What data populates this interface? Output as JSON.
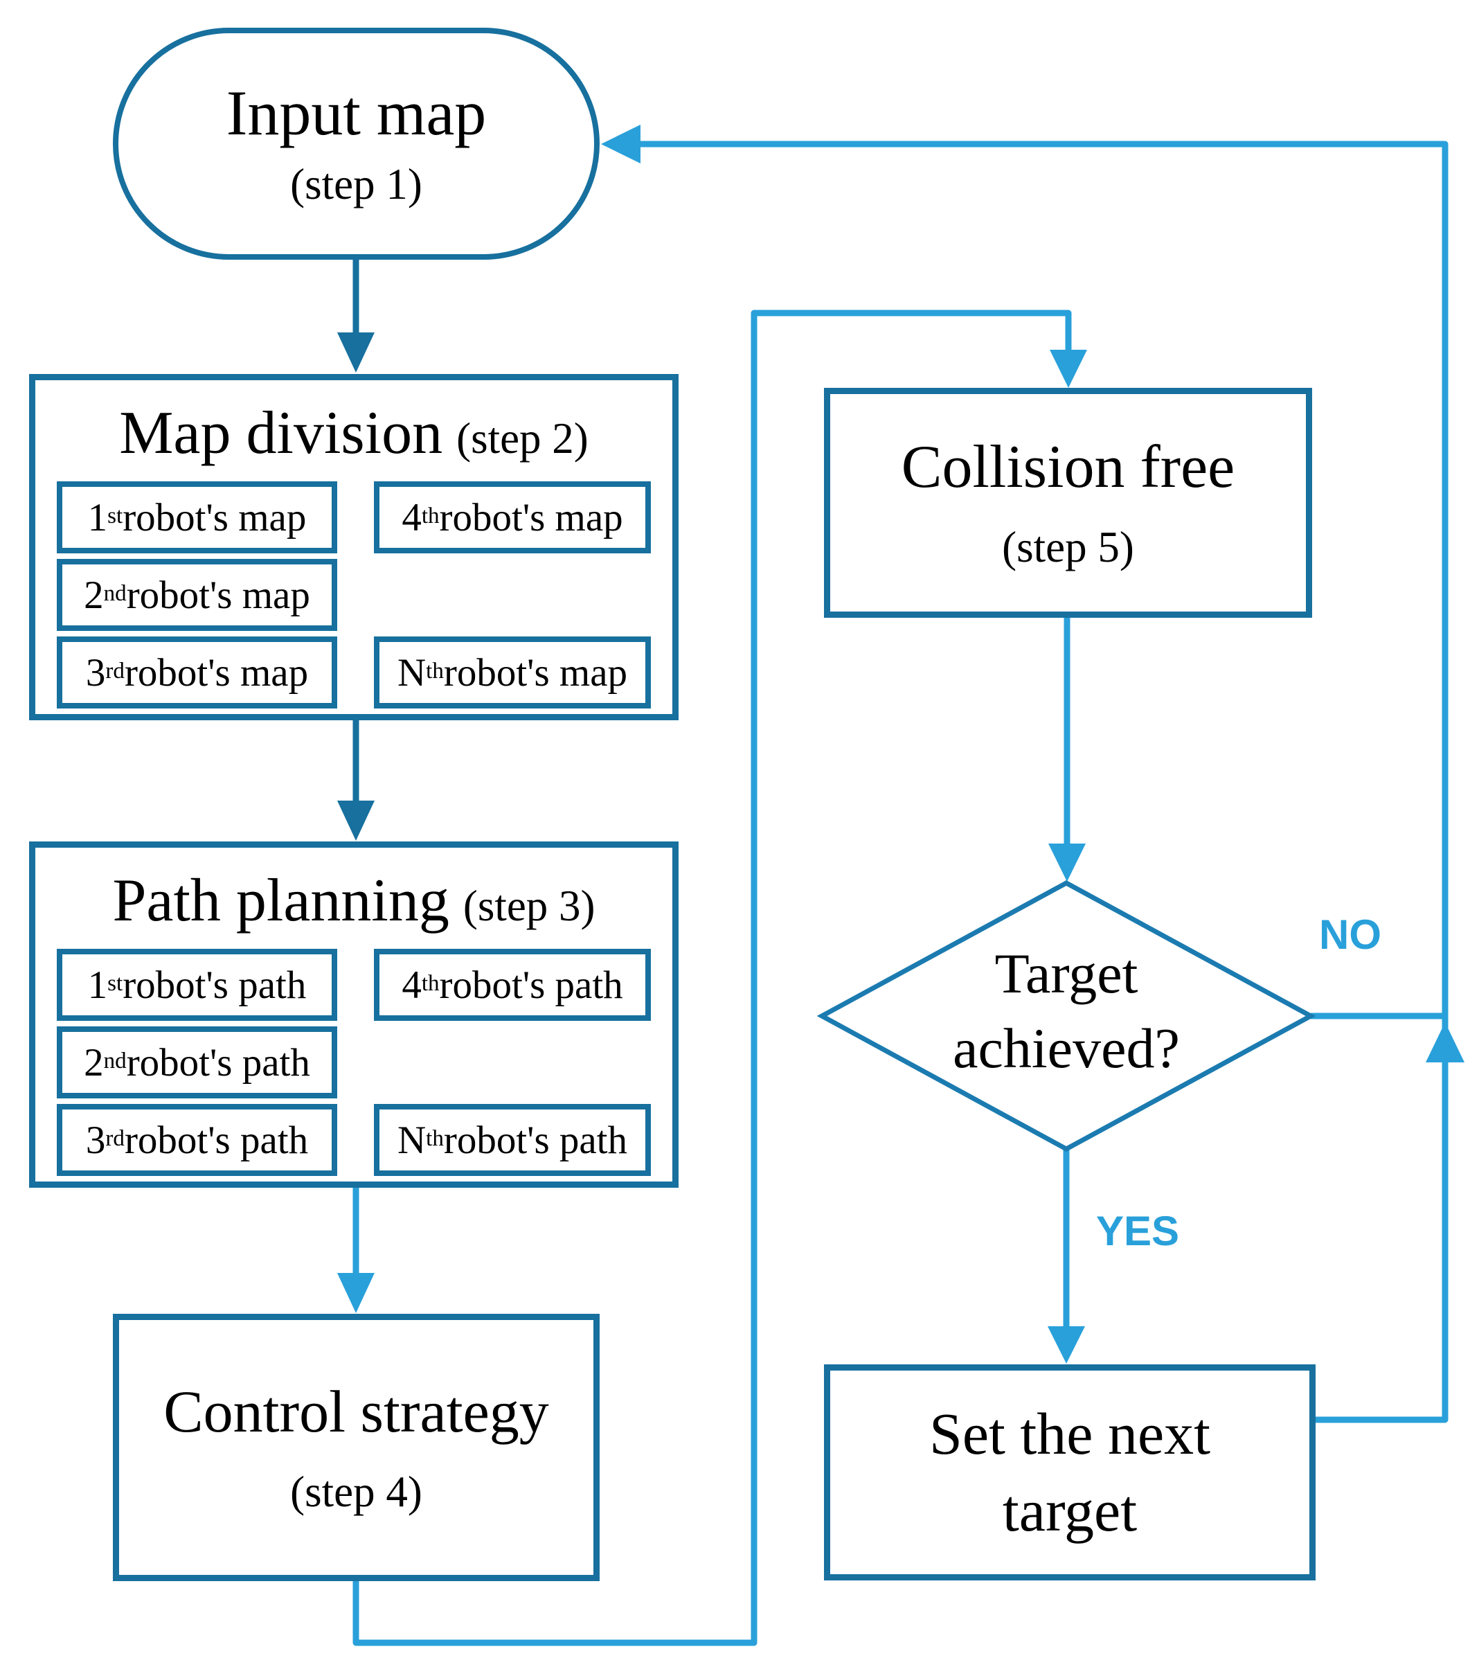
{
  "nodes": {
    "input_map": {
      "title": "Input map",
      "step": "(step 1)"
    },
    "map_division": {
      "title": "Map division",
      "step": "(step 2)",
      "items": [
        {
          "num": "1",
          "sup": "st",
          "rest": " robot's map"
        },
        {
          "num": "2",
          "sup": "nd",
          "rest": " robot's map"
        },
        {
          "num": "3",
          "sup": "rd",
          "rest": " robot's map"
        },
        {
          "num": "4",
          "sup": "th",
          "rest": " robot's map"
        },
        {
          "num": "N",
          "sup": "th",
          "rest": " robot's map"
        }
      ]
    },
    "path_planning": {
      "title": "Path planning",
      "step": "(step 3)",
      "items": [
        {
          "num": "1",
          "sup": "st",
          "rest": " robot's path"
        },
        {
          "num": "2",
          "sup": "nd",
          "rest": " robot's path"
        },
        {
          "num": "3",
          "sup": "rd",
          "rest": " robot's path"
        },
        {
          "num": "4",
          "sup": "th",
          "rest": " robot's path"
        },
        {
          "num": "N",
          "sup": "th",
          "rest": " robot's path"
        }
      ]
    },
    "control_strategy": {
      "title": "Control strategy",
      "step": "(step 4)"
    },
    "collision_free": {
      "title": "Collision free",
      "step": "(step 5)"
    },
    "target_achieved": {
      "line1": "Target",
      "line2": "achieved?"
    },
    "set_next_target": {
      "line1": "Set the next",
      "line2": "target"
    }
  },
  "labels": {
    "yes": "YES",
    "no": "NO"
  },
  "colors": {
    "dark_blue": "#17709e",
    "diamond_blue": "#1b7bb0",
    "light_blue": "#29a0da",
    "text": "#000000",
    "background": "#ffffff"
  }
}
